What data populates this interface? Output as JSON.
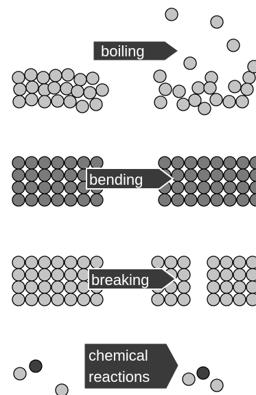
{
  "arrows": {
    "boiling": "boiling",
    "bending": "bending",
    "breaking": "breaking",
    "chemical_line1": "chemical",
    "chemical_line2": "reactions"
  },
  "colors": {
    "light_atom": "#c4c4c4",
    "dark_atom": "#7a7a7a",
    "darkest_atom": "#3e3e3e",
    "arrow_fill": "#3a3a3a",
    "outline": "#000000"
  }
}
